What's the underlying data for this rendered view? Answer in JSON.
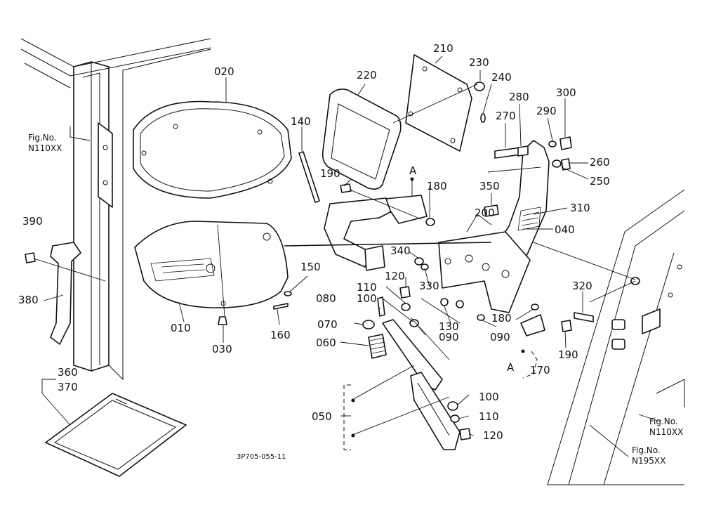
{
  "diagram": {
    "drawing_code": "3P705-055-11",
    "callouts": {
      "c010": "010",
      "c020": "020",
      "c030": "030",
      "c040": "040",
      "c050": "050",
      "c060": "060",
      "c070": "070",
      "c080": "080",
      "c090a": "090",
      "c090b": "090",
      "c100a": "100",
      "c100b": "100",
      "c110a": "110",
      "c110b": "110",
      "c120a": "120",
      "c120b": "120",
      "c130": "130",
      "c140": "140",
      "c150": "150",
      "c160": "160",
      "c170": "170",
      "c180a": "180",
      "c180b": "180",
      "c190a": "190",
      "c190b": "190",
      "c200": "200",
      "c210": "210",
      "c220": "220",
      "c230": "230",
      "c240": "240",
      "c250": "250",
      "c260": "260",
      "c270": "270",
      "c280": "280",
      "c290": "290",
      "c300": "300",
      "c310": "310",
      "c320": "320",
      "c330": "330",
      "c340": "340",
      "c350": "350",
      "c360": "360",
      "c370": "370",
      "c380": "380",
      "c390": "390",
      "refA1": "A",
      "refA2": "A"
    },
    "figure_refs": [
      {
        "line1": "Fig.No.",
        "line2": "N110XX"
      },
      {
        "line1": "Fig.No.",
        "line2": "N110XX"
      },
      {
        "line1": "Fig.No.",
        "line2": "N195XX"
      }
    ]
  }
}
